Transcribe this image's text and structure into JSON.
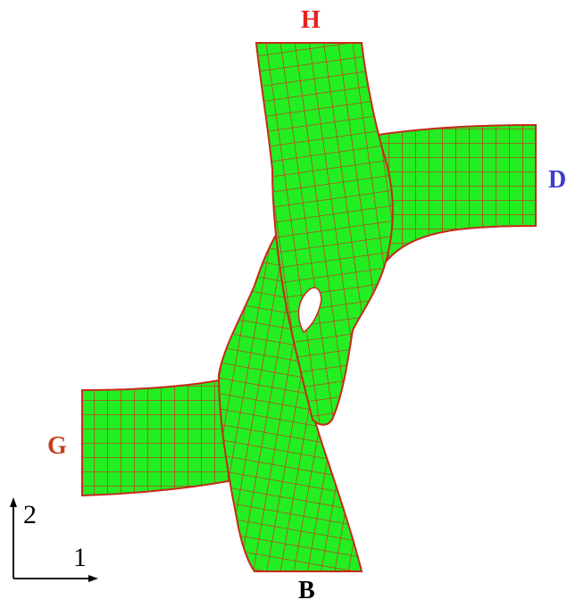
{
  "labels": {
    "H": {
      "text": "H",
      "color": "#e8201c"
    },
    "D": {
      "text": "D",
      "color": "#3d3dc8"
    },
    "G": {
      "text": "G",
      "color": "#c0421a"
    },
    "B": {
      "text": "B",
      "color": "#000000"
    }
  },
  "axes": {
    "x_label": "1",
    "y_label": "2"
  },
  "colors": {
    "fill": "#22ee22",
    "mesh": "#d8261b",
    "outline": "#c62a1a"
  }
}
